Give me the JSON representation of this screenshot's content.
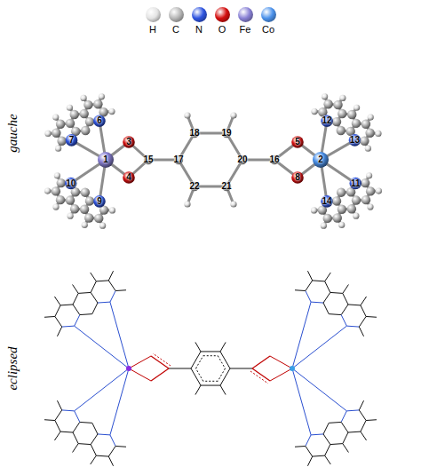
{
  "diagram": {
    "labels": [
      "gauche",
      "eclipsed",
      "1",
      "2",
      "3",
      "4",
      "5",
      "6",
      "7",
      "8",
      "9",
      "10",
      "11",
      "12",
      "13",
      "14",
      "15",
      "16",
      "17",
      "18",
      "19",
      "20",
      "21",
      "22"
    ],
    "legend": [
      {
        "text": "H",
        "color": "#e4e4e4"
      },
      {
        "text": "C",
        "color": "#b8b8b8"
      },
      {
        "text": "N",
        "color": "#2f55e0"
      },
      {
        "text": "O",
        "color": "#d40f0f"
      },
      {
        "text": "Fe",
        "color": "#8a82d6"
      },
      {
        "text": "Co",
        "color": "#4d93ec"
      }
    ]
  }
}
